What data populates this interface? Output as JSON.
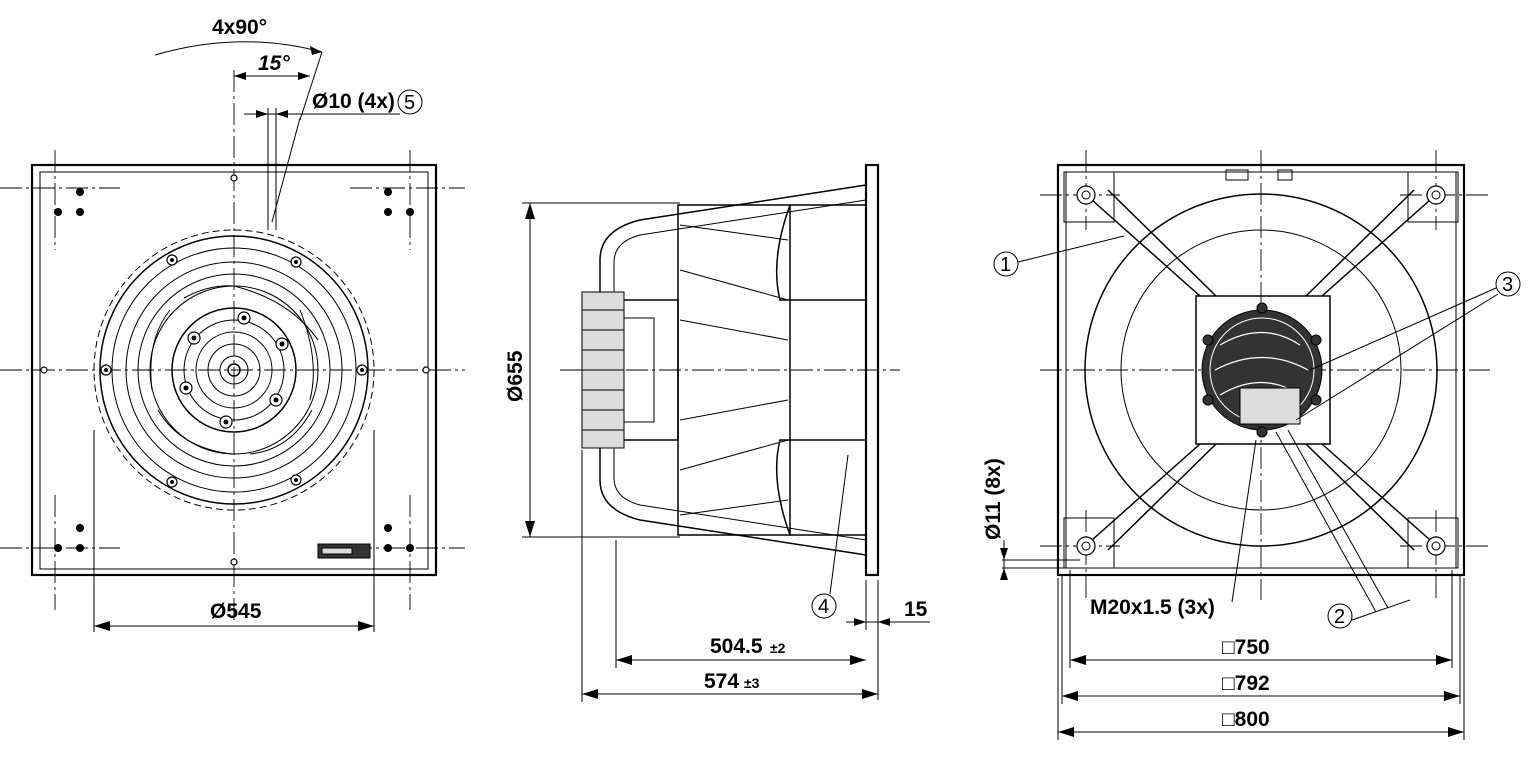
{
  "views": {
    "front": {
      "angle_total": "4x90°",
      "angle_offset": "15°",
      "hole_label": "Ø10 (4x)",
      "hole_callout": "5",
      "diameter_label": "Ø545"
    },
    "side": {
      "diameter_label": "Ø655",
      "callout": "4",
      "thickness_label": "15",
      "length1_label": "504.5",
      "length1_tol": "±2",
      "length2_label": "574",
      "length2_tol": "±3"
    },
    "rear": {
      "callout_1": "1",
      "callout_2": "2",
      "callout_3": "3",
      "hole_label": "Ø11 (8x)",
      "gland_label": "M20x1.5 (3x)",
      "square_750": "□750",
      "square_792": "□792",
      "square_800": "□800"
    }
  }
}
